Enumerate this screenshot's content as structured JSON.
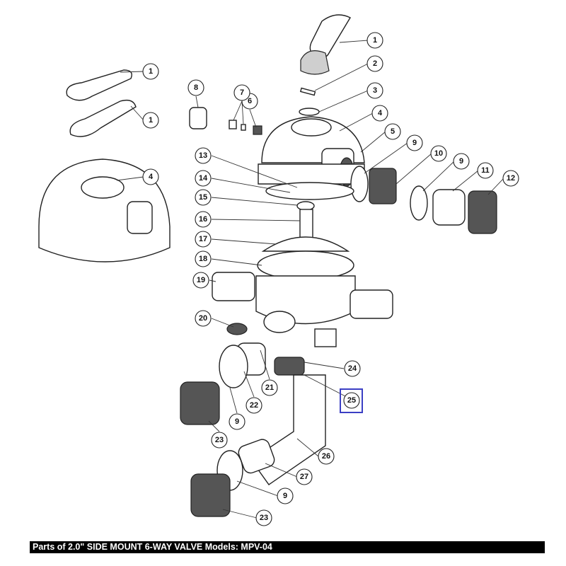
{
  "footer": {
    "caption": "Parts of 2.0\" SIDE MOUNT 6-WAY VALVE Models: MPV-04"
  },
  "callouts": [
    "1",
    "1",
    "1",
    "2",
    "3",
    "4",
    "4",
    "5",
    "6",
    "7",
    "8",
    "9",
    "10",
    "9",
    "11",
    "12",
    "13",
    "14",
    "15",
    "16",
    "17",
    "18",
    "19",
    "20",
    "21",
    "22",
    "9",
    "23",
    "24",
    "25",
    "26",
    "27",
    "9",
    "23"
  ],
  "highlighted_callout": "25",
  "colors": {
    "highlight": "#3b3fc4",
    "footer_bg": "#000000"
  }
}
